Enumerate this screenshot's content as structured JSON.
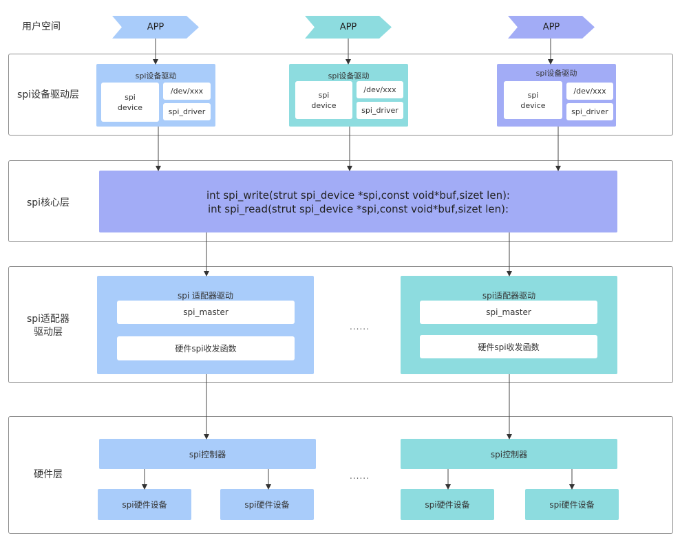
{
  "user_space": {
    "label": "用户空间",
    "app_label": "APP"
  },
  "device_layer": {
    "label": "spi设备驱动层",
    "title": "spi设备驱动",
    "device": "spi\ndevice",
    "dev_node": "/dev/xxx",
    "driver": "spi_driver"
  },
  "core_layer": {
    "label": "spi核心层",
    "line1": "int spi_write(strut spi_device *spi,const void*buf,sizet len):",
    "line2": "int spi_read(strut spi_device *spi,const void*buf,sizet len):"
  },
  "adapter_layer": {
    "label": "spi适配器\n驱动层",
    "title_left": "spi 适配器驱动",
    "title_right": "spi适配器驱动",
    "master": "spi_master",
    "func": "硬件spi收发函数",
    "ellipsis": "......"
  },
  "hardware_layer": {
    "label": "硬件层",
    "controller": "spi控制器",
    "device": "spi硬件设备",
    "ellipsis": "......"
  },
  "colors": {
    "blue": "#a9ccfa",
    "teal": "#8ddcdf",
    "purple": "#a2acf6",
    "border": "#8c8c8c"
  }
}
